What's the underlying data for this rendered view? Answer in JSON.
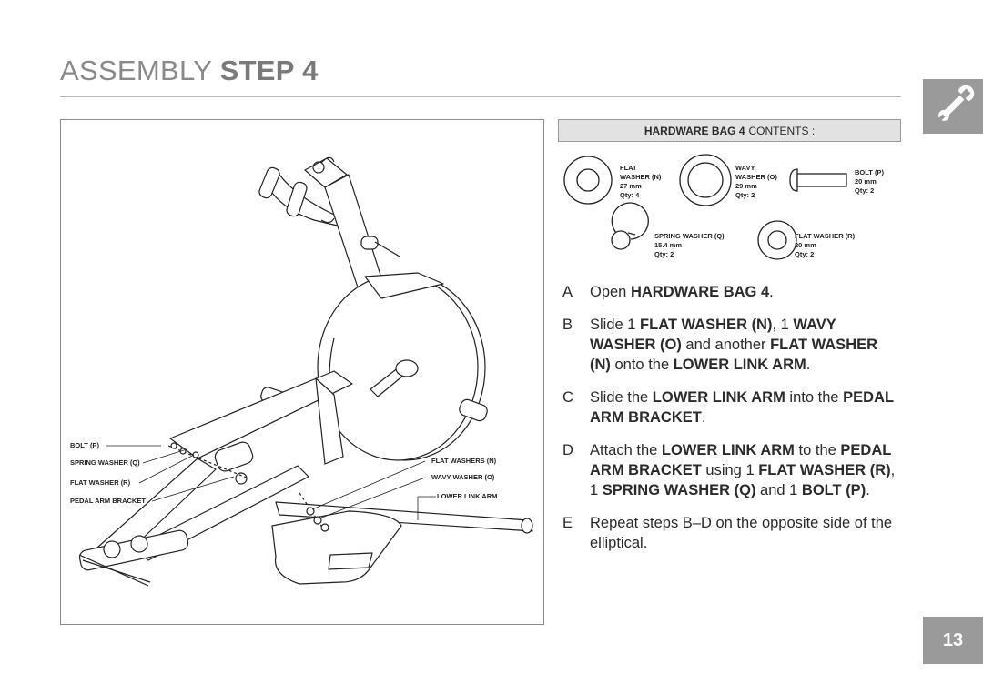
{
  "title": {
    "light": "ASSEMBLY",
    "bold": "STEP 4"
  },
  "page_number": "13",
  "side_icon": "wrench-icon",
  "hardware_bag": {
    "header_bold": "HARDWARE BAG 4",
    "header_rest": "CONTENTS :",
    "items": [
      {
        "name_line1": "FLAT",
        "name_line2": "WASHER (N)",
        "size": "27 mm",
        "qty": "Qty: 4"
      },
      {
        "name_line1": "WAVY",
        "name_line2": "WASHER (O)",
        "size": "29 mm",
        "qty": "Qty: 2"
      },
      {
        "name_line1": "BOLT (P)",
        "size": "20 mm",
        "qty": "Qty: 2"
      },
      {
        "name_line1": "SPRING WASHER (Q)",
        "size": "15.4 mm",
        "qty": "Qty: 2"
      },
      {
        "name_line1": "FLAT WASHER (R)",
        "size": "20 mm",
        "qty": "Qty: 2"
      }
    ]
  },
  "figure_labels": {
    "bolt": "BOLT (P)",
    "spring_washer": "SPRING WASHER (Q)",
    "flat_washer_r": "FLAT WASHER (R)",
    "pedal_arm_bracket": "PEDAL ARM BRACKET",
    "flat_washers_n": "FLAT WASHERS (N)",
    "wavy_washer": "WAVY WASHER (O)",
    "lower_link_arm": "LOWER LINK ARM"
  },
  "steps": [
    {
      "letter": "A",
      "parts": [
        "Open ",
        "HARDWARE BAG 4",
        "."
      ]
    },
    {
      "letter": "B",
      "parts": [
        "Slide 1 ",
        "FLAT WASHER (N)",
        ", 1 ",
        "WAVY WASHER (O)",
        " and another ",
        "FLAT WASHER (N)",
        " onto the ",
        "LOWER LINK ARM",
        "."
      ]
    },
    {
      "letter": "C",
      "parts": [
        "Slide the ",
        "LOWER LINK ARM",
        " into the ",
        "PEDAL ARM BRACKET",
        "."
      ]
    },
    {
      "letter": "D",
      "parts": [
        "Attach the ",
        "LOWER LINK ARM",
        " to the ",
        "PEDAL ARM BRACKET",
        " using 1 ",
        "FLAT WASHER (R)",
        ", 1 ",
        "SPRING WASHER (Q)",
        " and 1 ",
        "BOLT (P)",
        "."
      ]
    },
    {
      "letter": "E",
      "parts": [
        "Repeat steps B–D on the opposite side of the elliptical."
      ]
    }
  ]
}
